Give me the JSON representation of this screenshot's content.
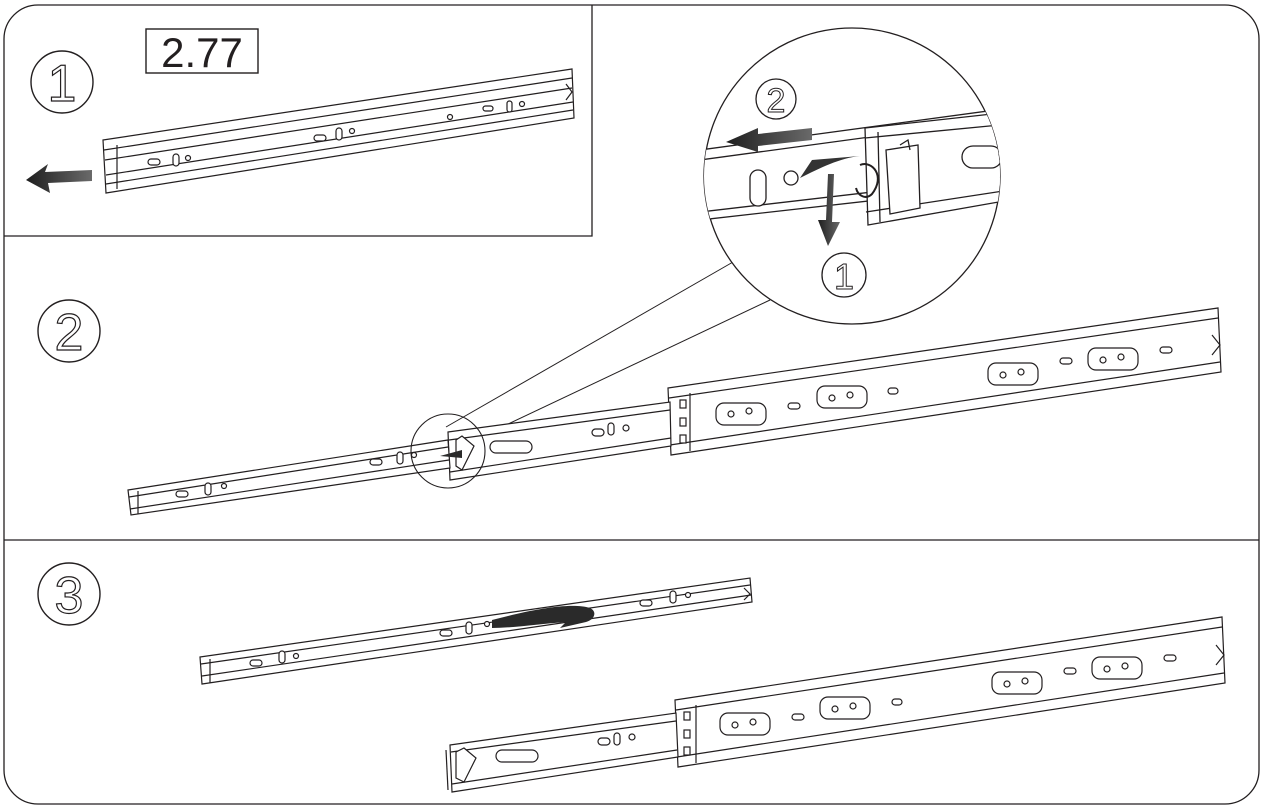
{
  "label_box": {
    "text": "2.77"
  },
  "steps": {
    "s1": "1",
    "s2": "2",
    "s3": "3",
    "zoom_a": "2",
    "zoom_b": "1"
  },
  "colors": {
    "line": "#231f20",
    "fill": "#ffffff",
    "arrow": "#3a3a3a"
  }
}
